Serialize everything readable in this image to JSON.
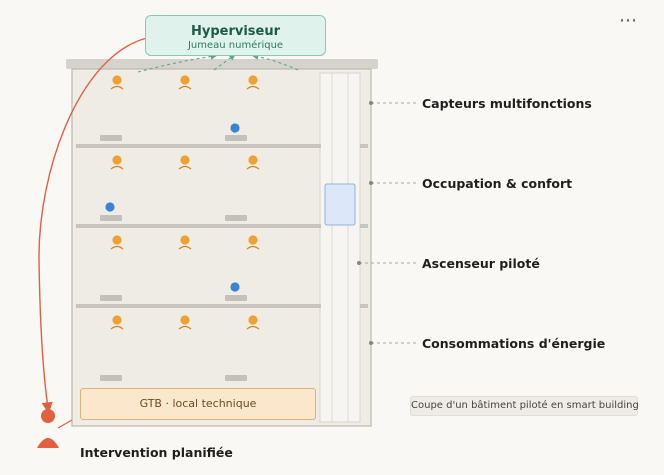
{
  "hypervisor": {
    "title": "Hyperviseur",
    "subtitle": "Jumeau numérique"
  },
  "callouts": {
    "sensors": "Capteurs multifonctions",
    "occupancy": "Occupation & confort",
    "elevator": "Ascenseur piloté",
    "energy": "Consommations d'énergie"
  },
  "gtb_label": "GTB · local technique",
  "intervention_label": "Intervention planifiée",
  "caption": "Coupe d'un bâtiment piloté en smart building",
  "more_icon": "⋯",
  "colors": {
    "occupant": "#f0a030",
    "sensor": "#3a84d6",
    "intervention": "#e06040",
    "hypervisor_fill": "#dff3ec",
    "gtb_fill": "#fbe7cc"
  }
}
